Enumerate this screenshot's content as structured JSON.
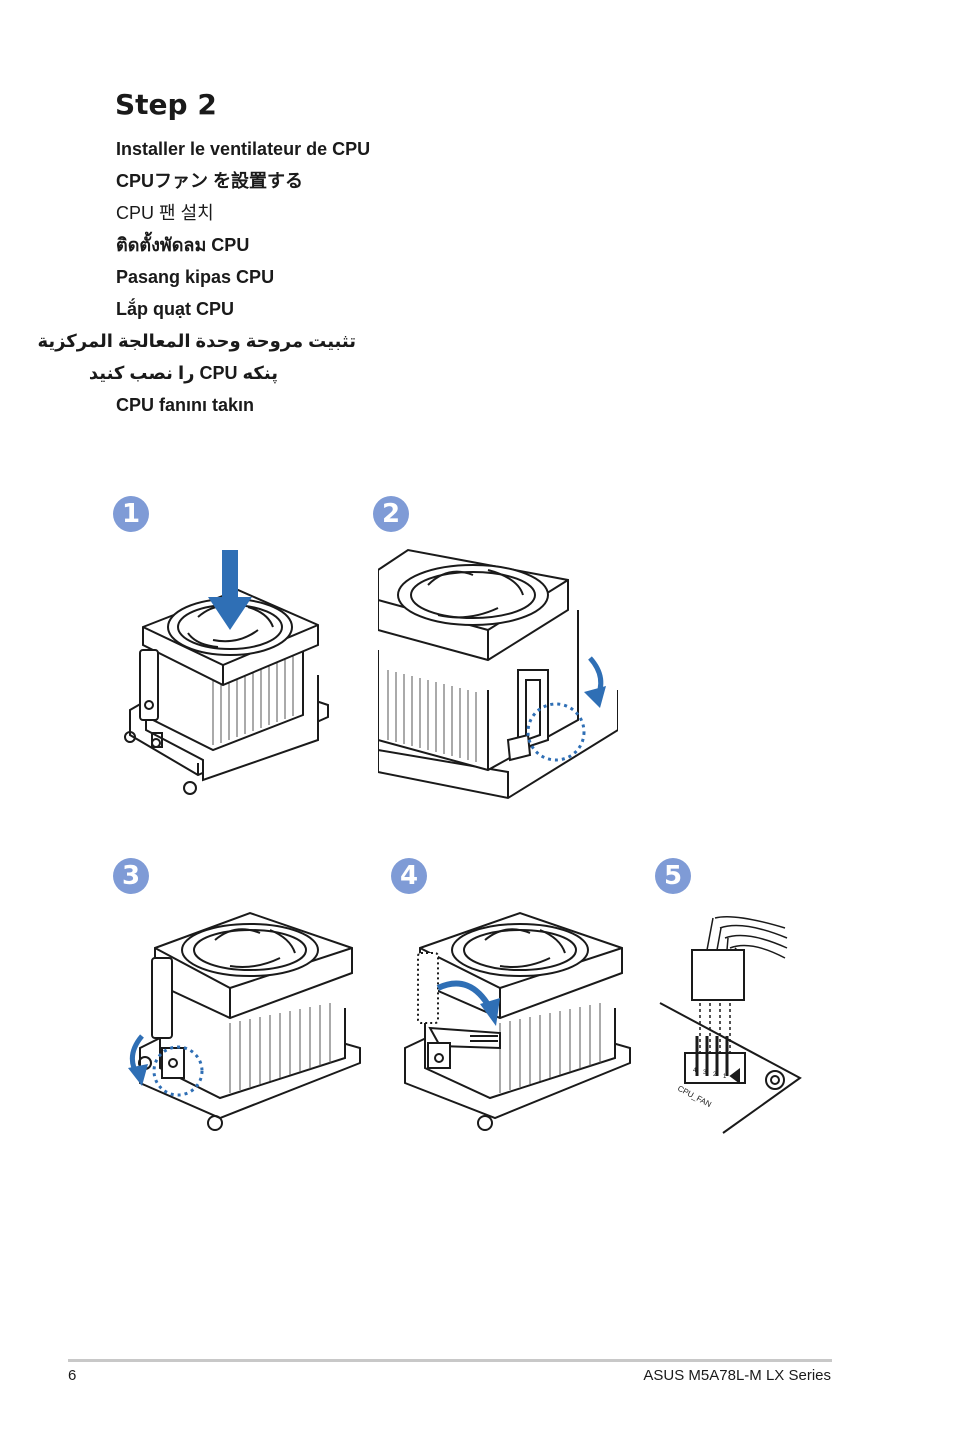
{
  "heading": "Step 2",
  "languages": [
    "Installer le ventilateur de CPU",
    "CPUファン を設置する",
    "CPU 팬 설치",
    "ติดตั้งพัดลม CPU",
    "Pasang kipas CPU",
    "Lắp quạt CPU",
    "تثبيت مروحة وحدة المعالجة المركزية",
    "پنکه CPU را نصب کنید",
    "CPU fanını takın"
  ],
  "steps": [
    "1",
    "2",
    "3",
    "4",
    "5"
  ],
  "connector_label": "CPU_FAN",
  "pin_labels": [
    "4",
    "3",
    "2",
    "1"
  ],
  "footer": {
    "page_number": "6",
    "title": "ASUS M5A78L-M LX Series"
  },
  "colors": {
    "badge": "#7f9bd6",
    "arrow": "#2f6fb5",
    "line": "#1a1a1a"
  }
}
